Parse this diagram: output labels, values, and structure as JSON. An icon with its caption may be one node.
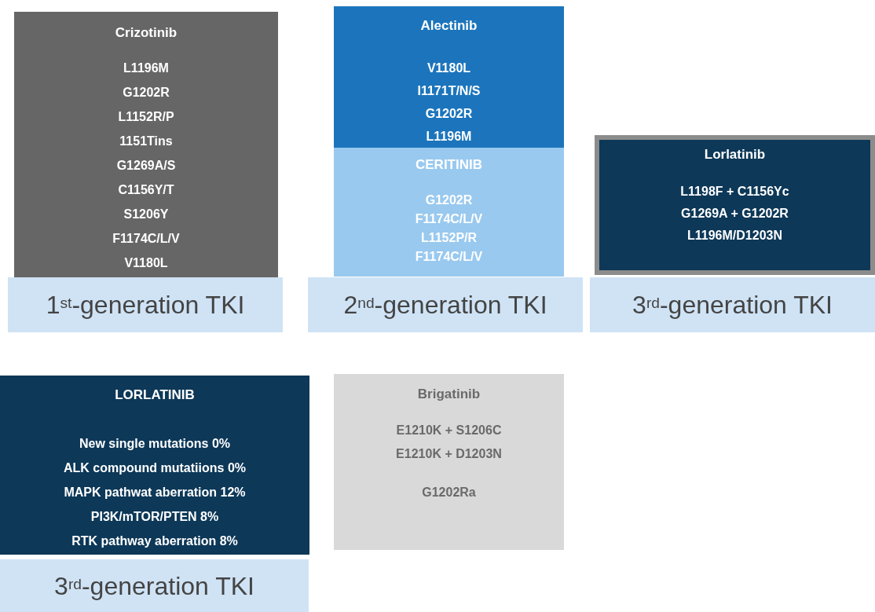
{
  "diagram": {
    "nodes": [
      {
        "text": [
          "Crizotinib",
          "L1196M",
          "G1202R",
          "L1152R/P",
          "1151Tins",
          "G1269A/S",
          "C1156Y/T",
          "S1206Y",
          "F1174C/L/V",
          "V1180L"
        ]
      },
      {
        "text": [
          "1$^{st}$-generation TKI"
        ]
      },
      {
        "text": [
          "Alectinib",
          "V1180L",
          "I1171T/N/S",
          "G1202R",
          "L1196M"
        ]
      },
      {
        "text": [
          "CERITINIB",
          "G1202R",
          "F1174C/L/V",
          "L1152P/R",
          "F1174C/L/V"
        ]
      },
      {
        "text": [
          "2$^{nd}$-generation TKI"
        ]
      },
      {
        "text": [
          "Lorlatinib",
          "L1198F + C1156Yc",
          "G1269A + G1202R",
          "L1196M/D1203N"
        ]
      },
      {
        "text": [
          "3$^{rd}$-generation TKI"
        ]
      },
      {
        "text": [
          "LORLATINIB",
          "New single mutations 0%",
          "ALK compound mutatiions 0%",
          "MAPK pathwat aberration 12%",
          "PI3K/mTOR/PTEN 8%",
          "RTK pathway aberration 8%"
        ]
      },
      {
        "text": [
          "3$^{rd}$-generation TKI"
        ]
      },
      {
        "text": [
          "Brigatinib",
          "E1210K + S1206C",
          "E1210K + D1203N",
          "G1202Ra"
        ]
      }
    ]
  }
}
